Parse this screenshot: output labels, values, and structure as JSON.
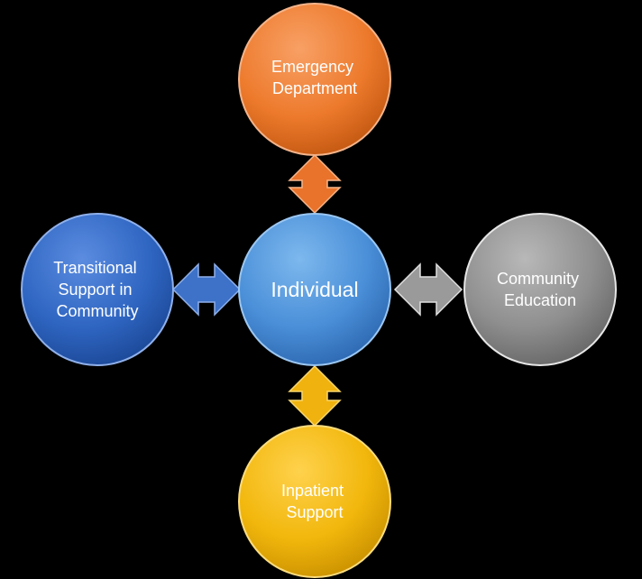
{
  "diagram": {
    "center": {
      "id": "individual",
      "lines": [
        "Individual"
      ],
      "color": "#4A8FD8"
    },
    "satellites": [
      {
        "id": "emergency-department",
        "lines": [
          "Emergency",
          "Department"
        ],
        "color": "#ED7A2C",
        "arrow_color": "#E9732B"
      },
      {
        "id": "transitional-support",
        "lines": [
          "Transitional",
          "Support in",
          "Community"
        ],
        "color": "#2F66C2",
        "arrow_color": "#3E72C9"
      },
      {
        "id": "community-education",
        "lines": [
          "Community",
          "Education"
        ],
        "color": "#8F8F8F",
        "arrow_color": "#9A9A9A"
      },
      {
        "id": "inpatient-support",
        "lines": [
          "Inpatient",
          "Support"
        ],
        "color": "#F2B70C",
        "arrow_color": "#F0B20E"
      }
    ]
  }
}
